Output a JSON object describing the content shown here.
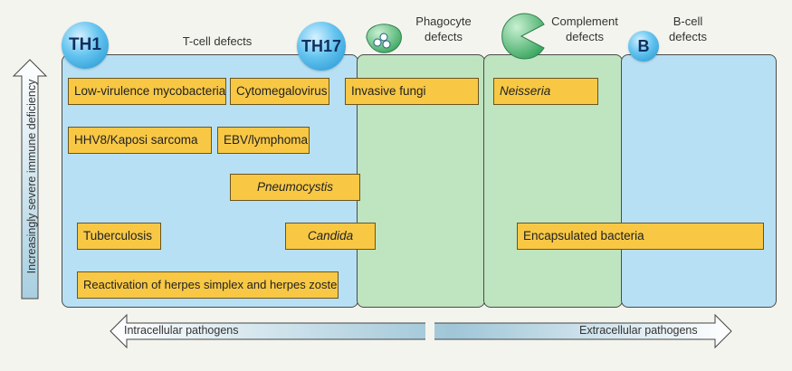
{
  "y_axis_label": "Increasingly severe immune deficiency",
  "columns": {
    "tcell": {
      "header": "T-cell defects",
      "badges": [
        "TH1",
        "TH17"
      ]
    },
    "phagocyte": {
      "header_line1": "Phagocyte",
      "header_line2": "defects"
    },
    "complement": {
      "header_line1": "Complement",
      "header_line2": "defects"
    },
    "bcell": {
      "header_line1": "B-cell",
      "header_line2": "defects",
      "badge": "B"
    }
  },
  "pathogens": {
    "low_virulence_mycobacteria": "Low-virulence mycobacteria",
    "cytomegalovirus": "Cytomegalovirus",
    "invasive_fungi": "Invasive fungi",
    "neisseria": "Neisseria",
    "hhv8": "HHV8/Kaposi sarcoma",
    "ebv": "EBV/lymphoma",
    "pneumocystis": "Pneumocystis",
    "tuberculosis": "Tuberculosis",
    "candida": "Candida",
    "encapsulated_bacteria": "Encapsulated bacteria",
    "herpes": "Reactivation of herpes simplex and herpes zoster"
  },
  "bottom_arrow": {
    "left_label": "Intracellular pathogens",
    "right_label": "Extracellular pathogens"
  },
  "colors": {
    "tcell_panel": "#b8e0f4",
    "phagocyte_panel": "#bfe4c0",
    "complement_panel": "#bfe4c0",
    "bcell_panel": "#b8e0f4",
    "pathogen_box": "#f8c845",
    "phagocyte_icon": "#5bbf7a",
    "complement_icon": "#5bbf7a"
  }
}
